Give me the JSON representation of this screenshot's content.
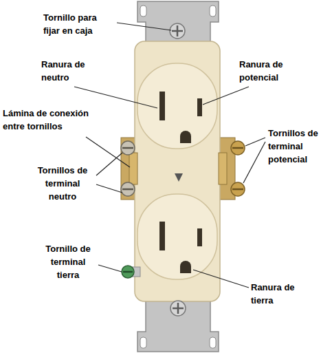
{
  "diagram": {
    "labels": [
      "Tornillo para fijar en caja",
      "Ranura de neutro",
      "Ranura de potencial",
      "Lámina de conexión entre tornillos",
      "Tornillos de terminal potencial",
      "Tornillos de terminal neutro",
      "Tornillo de terminal tierra",
      "Ranura de tierra"
    ]
  }
}
